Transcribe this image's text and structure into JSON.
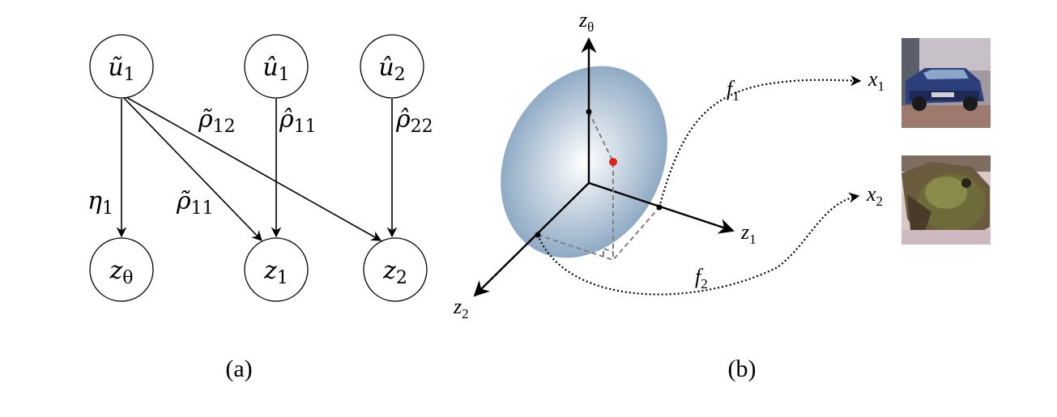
{
  "panel_a": {
    "caption": "(a)",
    "nodes": {
      "u_tilde_1": {
        "base": "ũ",
        "sub": "1"
      },
      "u_hat_1": {
        "base": "û",
        "sub": "1"
      },
      "u_hat_2": {
        "base": "û",
        "sub": "2"
      },
      "z_theta": {
        "base": "z",
        "sub": "θ"
      },
      "z_1": {
        "base": "z",
        "sub": "1"
      },
      "z_2": {
        "base": "z",
        "sub": "2"
      }
    },
    "edges": {
      "eta_1": {
        "base": "η",
        "sub": "1"
      },
      "rho_tilde_11": {
        "base": "ρ̃",
        "sub": "11"
      },
      "rho_tilde_12": {
        "base": "ρ̃",
        "sub": "12"
      },
      "rho_hat_11": {
        "base": "ρ̂",
        "sub": "11"
      },
      "rho_hat_22": {
        "base": "ρ̂",
        "sub": "22"
      }
    }
  },
  "panel_b": {
    "caption": "(b)",
    "axes": {
      "z_theta": {
        "base": "z",
        "sub": "θ"
      },
      "z_1": {
        "base": "z",
        "sub": "1"
      },
      "z_2": {
        "base": "z",
        "sub": "2"
      }
    },
    "maps": {
      "f_1": {
        "base": "f",
        "sub": "1"
      },
      "f_2": {
        "base": "f",
        "sub": "2"
      }
    },
    "outputs": {
      "x_1": {
        "base": "x",
        "sub": "1"
      },
      "x_2": {
        "base": "x",
        "sub": "2"
      }
    },
    "images": {
      "x_1": "car-thumbnail",
      "x_2": "frog-thumbnail"
    },
    "colors": {
      "ellipsoid_center": "#ffffff",
      "ellipsoid_edge": "#8faac4",
      "point": "#e0261b",
      "dashed": "#808080"
    }
  }
}
